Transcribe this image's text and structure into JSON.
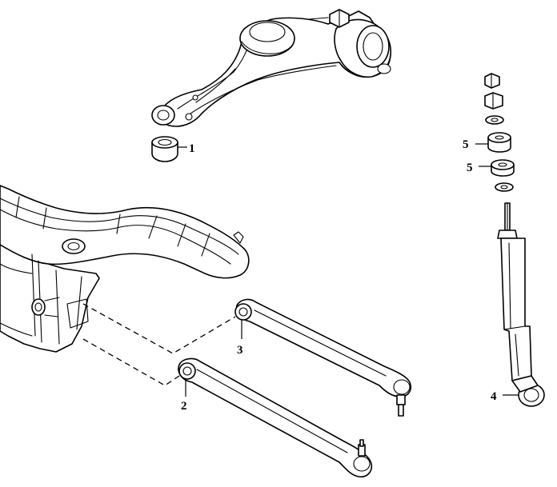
{
  "callouts": {
    "lower_arm_bushing": "1",
    "rear_link_2": "2",
    "rear_link_3": "3",
    "shock_absorber": "4",
    "shock_bushing_upper": "5",
    "shock_bushing_lower": "5"
  },
  "colors": {
    "line": "#000000",
    "background": "#ffffff"
  }
}
